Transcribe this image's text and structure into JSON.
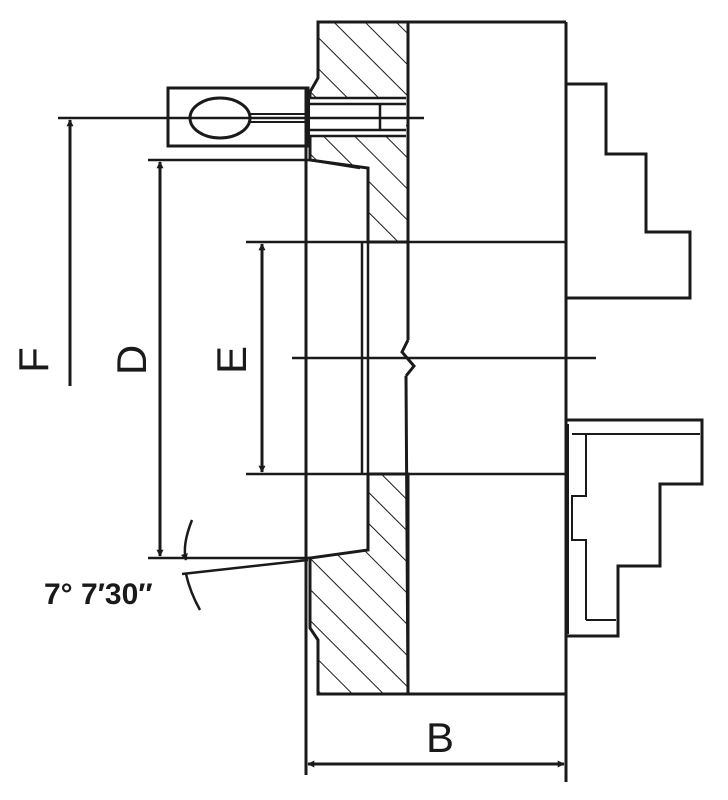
{
  "dimensions": {
    "f": "F",
    "d": "D",
    "e": "E",
    "b": "B"
  },
  "angle": {
    "text": "7° 7′30″"
  },
  "colors": {
    "line": "#1a1a1a",
    "background": "#ffffff"
  }
}
